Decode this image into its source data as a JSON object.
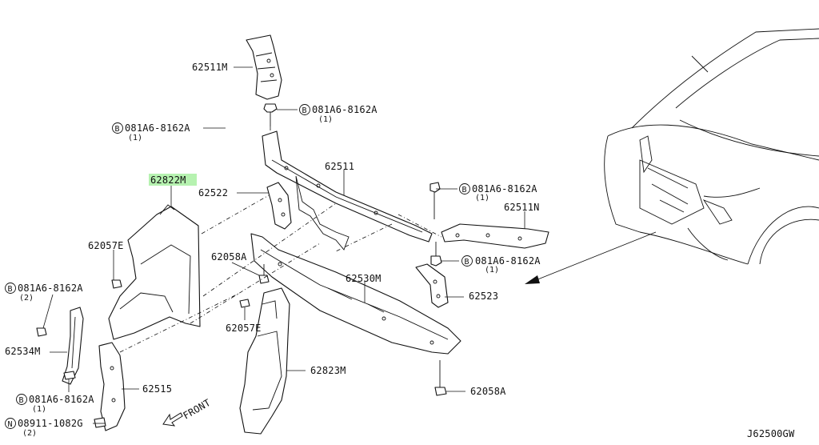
{
  "diagram_code": "J62500GW",
  "front_label": "FRONT",
  "callouts": {
    "p62511M": "62511M",
    "b_top": "081A6-8162A",
    "b_top_qty": "(1)",
    "b_left": "081A6-8162A",
    "b_left_qty": "(1)",
    "p62511": "62511",
    "p62822M": "62822M",
    "p62522": "62522",
    "b_right_top": "081A6-8162A",
    "b_right_top_qty": "(1)",
    "p62511N": "62511N",
    "p62057E_a": "62057E",
    "p62058A_a": "62058A",
    "b_right_mid": "081A6-8162A",
    "b_right_mid_qty": "(1)",
    "b_far_left": "081A6-8162A",
    "b_far_left_qty": "(2)",
    "p62530M": "62530M",
    "p62523": "62523",
    "p62057E_b": "62057E",
    "p62534M": "62534M",
    "p62823M": "62823M",
    "p62515": "62515",
    "b_bottom": "081A6-8162A",
    "b_bottom_qty": "(1)",
    "p62058A_b": "62058A",
    "n_bottom": "08911-1082G",
    "n_bottom_qty": "(2)"
  },
  "markers": {
    "bolt": "B",
    "nut": "N"
  },
  "highlight_color": "#b6f2b0"
}
